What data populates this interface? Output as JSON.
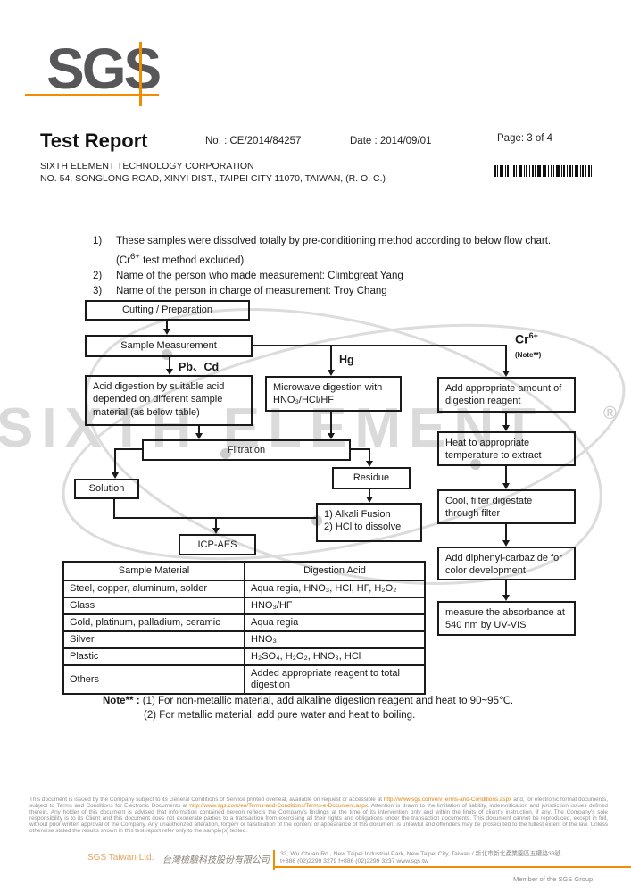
{
  "colors": {
    "accent_orange": "#f28c00",
    "logo_gray": "#57575a",
    "watermark_gray": "#dadada",
    "link_orange": "#e08214"
  },
  "header": {
    "logo_text": "SGS",
    "title": "Test Report",
    "report_no": "No. : CE/2014/84257",
    "date": "Date : 2014/09/01",
    "page": "Page: 3 of 4",
    "company_name": "SIXTH ELEMENT TECHNOLOGY CORPORATION",
    "company_address": "NO. 54, SONGLONG ROAD, XINYI DIST., TAIPEI CITY 11070, TAIWAN, (R. O. C.)"
  },
  "notes_list": {
    "item1_num": "1)",
    "item1_text": "These samples were dissolved totally by pre-conditioning method according to below flow chart.",
    "item1_line2_pre": "(Cr",
    "item1_line2_sup": "6+",
    "item1_line2_post": " test method excluded)",
    "item2_num": "2)",
    "item2_text": "Name of the person who made measurement: Climbgreat Yang",
    "item3_num": "3)",
    "item3_text": "Name of the person in charge of measurement: Troy Chang"
  },
  "flowchart": {
    "branch_labels": {
      "pb_cd": "Pb、Cd",
      "hg": "Hg",
      "cr_base": "Cr",
      "cr_sup": "6+",
      "cr_note": "(Note**)"
    },
    "boxes": {
      "cutting": "Cutting / Preparation",
      "sample_measurement": "Sample Measurement",
      "acid_digestion": "Acid digestion by suitable acid depended on different sample material (as below table)",
      "microwave": "Microwave digestion with HNO₃/HCl/HF",
      "add_reagent": "Add appropriate amount of digestion reagent",
      "filtration": "Filtration",
      "solution": "Solution",
      "residue": "Residue",
      "alkali_step1": "1)  Alkali Fusion",
      "alkali_step2": "2)  HCl to dissolve",
      "icp_aes": "ICP-AES",
      "heat": "Heat to appropriate temperature to extract",
      "cool": "Cool, filter digestate through filter",
      "carbazide": "Add diphenyl-carbazide for color development",
      "measure": "measure the absorbance at 540 nm by UV-VIS"
    }
  },
  "table": {
    "headers": [
      "Sample Material",
      "Digestion Acid"
    ],
    "rows": [
      [
        "Steel, copper, aluminum, solder",
        "Aqua regia, HNO₃, HCl, HF, H₂O₂"
      ],
      [
        "Glass",
        "HNO₃/HF"
      ],
      [
        "Gold, platinum, palladium, ceramic",
        "Aqua regia"
      ],
      [
        "Silver",
        "HNO₃"
      ],
      [
        "Plastic",
        "H₂SO₄, H₂O₂, HNO₃, HCl"
      ],
      [
        "Others",
        "Added appropriate reagent to total digestion"
      ]
    ]
  },
  "note_block": {
    "label": "Note**",
    "sep": " : ",
    "line1": "(1) For non-metallic material, add alkaline digestion reagent and heat to 90~95℃.",
    "line2": "(2) For metallic material, add pure water and heat to boiling."
  },
  "watermark": {
    "text": "SIXTH ELEMENT",
    "registered": "®"
  },
  "footer": {
    "legal_p1": "This document is issued by the Company subject to its General Conditions of Service printed overleaf, available on request or accessible at ",
    "legal_link1": "http://www.sgs.com/en/Terms-and-Conditions.aspx",
    "legal_p2": " and, for electronic format documents, subject to Terms and Conditions for Electronic Documents at ",
    "legal_link2": "http://www.sgs.com/en/Terms-and-Conditions/Terms-e-Document.aspx",
    "legal_p3": ". Attention is drawn to the limitation of liability, indemnification and jurisdiction issues defined therein. Any holder of this document is advised that information contained hereon reflects the Company's findings at the time of its intervention only and within the limits of client's instruction, if any. The Company's sole responsibility is to its Client and this document does not exonerate parties to a transaction from exercising all their rights and obligations under the transaction documents. This document cannot be reproduced, except in full, without prior written approval of the Company. Any unauthorized alteration, forgery or falsification of the content or appearance of this document is unlawful and offenders may be prosecuted to the fullest extent of the law. Unless otherwise stated the results shown in this test report refer only to the sample(s) tested.",
    "company_en": "SGS Taiwan Ltd.",
    "company_zh": "台灣檢驗科技股份有限公司",
    "address": "33, Wu Chuan Rd., New Taipei Industrial Park, New Taipei City, Taiwan / 新北市新北產業園區五權路33號",
    "phones": "t+886 (02)2299 3279   f+886 (02)2299 3237     www.sgs.tw",
    "member": "Member of the SGS Group"
  }
}
